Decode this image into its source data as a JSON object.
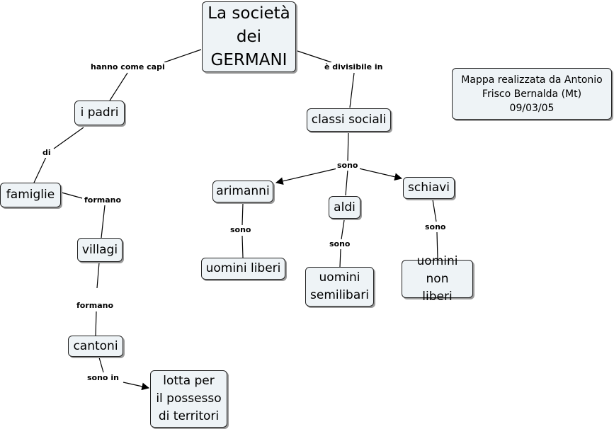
{
  "nodes": {
    "root": "La società\ndei\nGERMANI",
    "padri": "i padri",
    "famiglie": "famiglie",
    "villagi": "villagi",
    "cantoni": "cantoni",
    "lotta": "lotta  per\nil possesso\ndi territori",
    "classi": "classi sociali",
    "arimanni": "arimanni",
    "aldi": "aldi",
    "schiavi": "schiavi",
    "uomini_liberi": "uomini liberi",
    "uomini_semilibari": "uomini\nsemilibari",
    "uomini_non_liberi": "uomini non\nliberi",
    "note": "Mappa realizzata da Antonio\nFrisco Bernalda (Mt)\n09/03/05"
  },
  "links": {
    "hanno_come_capi": "hanno come capi",
    "di": "di",
    "formano_1": "formano",
    "formano_2": "formano",
    "sono_in": "sono in",
    "divisibile": "è divisibile in",
    "sono_classi": "sono",
    "sono_arimanni": "sono",
    "sono_aldi": "sono",
    "sono_schiavi": "sono"
  }
}
